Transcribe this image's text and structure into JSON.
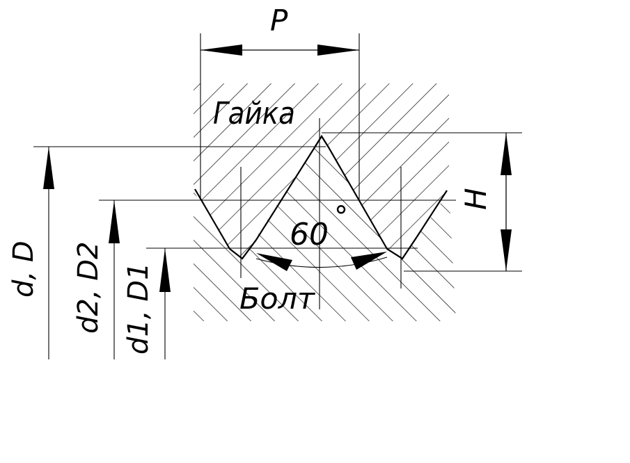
{
  "labels": {
    "pitch": "P",
    "nut": "Гайка",
    "bolt": "Болт",
    "angle": "60",
    "angle_unit": "°",
    "height": "H",
    "major_diameter": "d, D",
    "pitch_diameter": "d2, D2",
    "minor_diameter": "d1, D1"
  }
}
